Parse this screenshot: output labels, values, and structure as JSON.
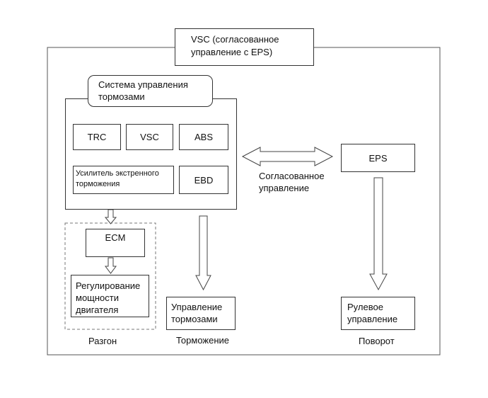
{
  "vsc_box": {
    "line1": "VSC (согласованное",
    "line2": "управление с EPS)"
  },
  "brake_system": {
    "title_line1": "Система управления",
    "title_line2": "тормозами",
    "trc": "TRC",
    "vsc": "VSC",
    "abs": "ABS",
    "brake_assist_line1": "Усилитель экстренного",
    "brake_assist_line2": "торможения",
    "ebd": "EBD"
  },
  "coordination": {
    "line1": "Согласованное",
    "line2": "управление"
  },
  "eps": "EPS",
  "ecm": "ECM",
  "power_control": {
    "line1": "Регулирование",
    "line2": "мощности",
    "line3": "двигателя"
  },
  "brake_control": {
    "line1": "Управление",
    "line2": "тормозами"
  },
  "steering_control": {
    "line1": "Рулевое",
    "line2": "управление"
  },
  "captions": {
    "acceleration": "Разгон",
    "braking": "Торможение",
    "turning": "Поворот"
  }
}
